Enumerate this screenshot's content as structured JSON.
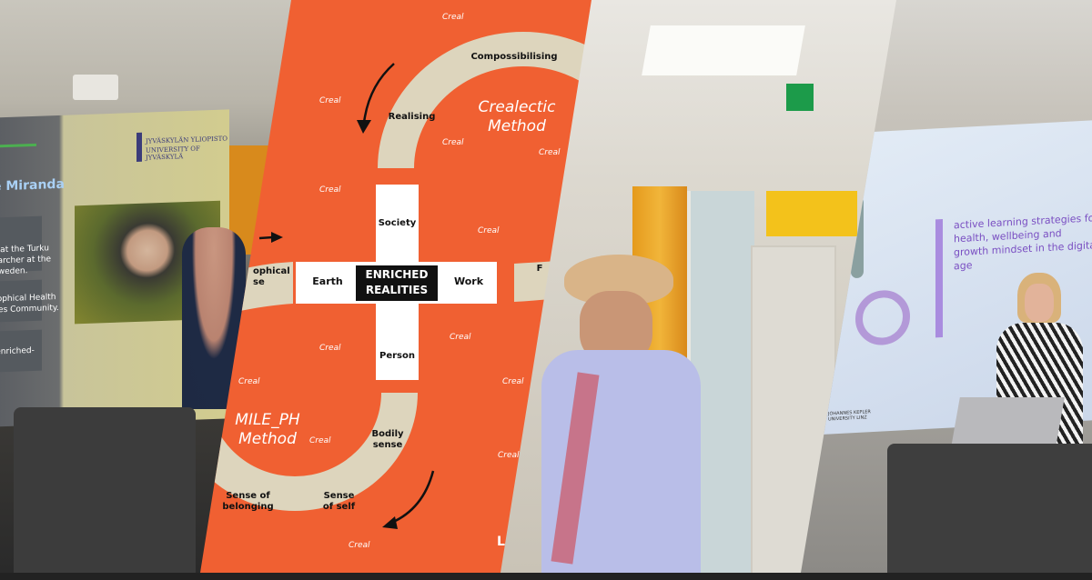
{
  "panel1": {
    "slide_name": "e Miranda",
    "slide_lines": [
      "y at the Turku",
      "earcher at the",
      "Sweden.",
      "sophical Health",
      "ties Community.",
      "-enriched-"
    ],
    "logo_fi": "JYVÄSKYLÄN YLIOPISTO",
    "logo_en": "UNIVERSITY OF JYVÄSKYLÄ"
  },
  "diagram": {
    "center": [
      "ENRICHED",
      "REALITIES"
    ],
    "cross": {
      "top": "Society",
      "left": "Earth",
      "right": "Work",
      "bottom": "Person"
    },
    "upper_arc": [
      "Compossibilising",
      "Realising"
    ],
    "lower_arc": [
      "Bodily sense",
      "Sense of self",
      "Sense of belonging"
    ],
    "left_fragment": [
      "ophical",
      "se"
    ],
    "right_fragment": "F",
    "method_top": [
      "Crealectic",
      "Method"
    ],
    "method_bottom": [
      "MILE_PH",
      "Method"
    ],
    "creal": "Creal",
    "corner_mark": "L",
    "colors": {
      "orange": "#f06032",
      "beige": "#ddd5bd",
      "white": "#ffffff",
      "black": "#111111"
    }
  },
  "panel4": {
    "slide_lines": [
      "active learning strategies for",
      "health, wellbeing and",
      "growth mindset in the digital",
      "age"
    ],
    "logo_text": "JOHANNES KEPLER UNIVERSITY LINZ"
  }
}
